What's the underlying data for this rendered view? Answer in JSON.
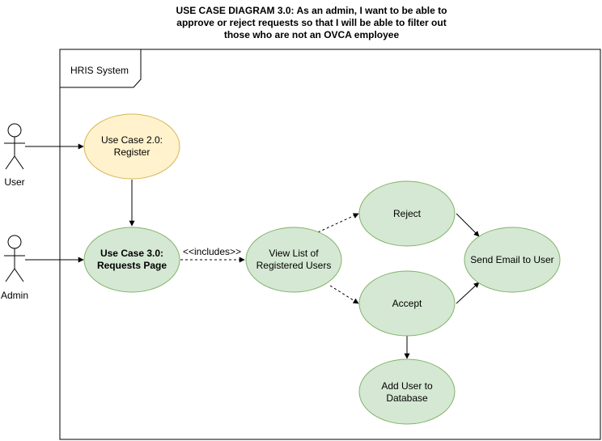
{
  "title": {
    "line1": "USE CASE DIAGRAM 3.0: As an admin, I want to be able to",
    "line2": "approve or reject requests so that I will be able to filter out",
    "line3": "those who are not an OVCA employee"
  },
  "system": {
    "label": "HRIS System"
  },
  "actors": {
    "user": "User",
    "admin": "Admin"
  },
  "use_cases": {
    "register": {
      "line1": "Use Case 2.0:",
      "line2": "Register"
    },
    "requests_page": {
      "line1": "Use Case 3.0:",
      "line2": "Requests Page"
    },
    "view_list": {
      "line1": "View List of",
      "line2": "Registered Users"
    },
    "reject": {
      "label": "Reject"
    },
    "accept": {
      "label": "Accept"
    },
    "send_email": {
      "label": "Send Email to User"
    },
    "add_user": {
      "line1": "Add User to",
      "line2": "Database"
    }
  },
  "relations": {
    "includes": "<<includes>>"
  },
  "colors": {
    "yellow_fill": "#fff2cc",
    "yellow_stroke": "#d6b656",
    "green_fill": "#d5e8d4",
    "green_stroke": "#82b366",
    "line": "#000000"
  }
}
